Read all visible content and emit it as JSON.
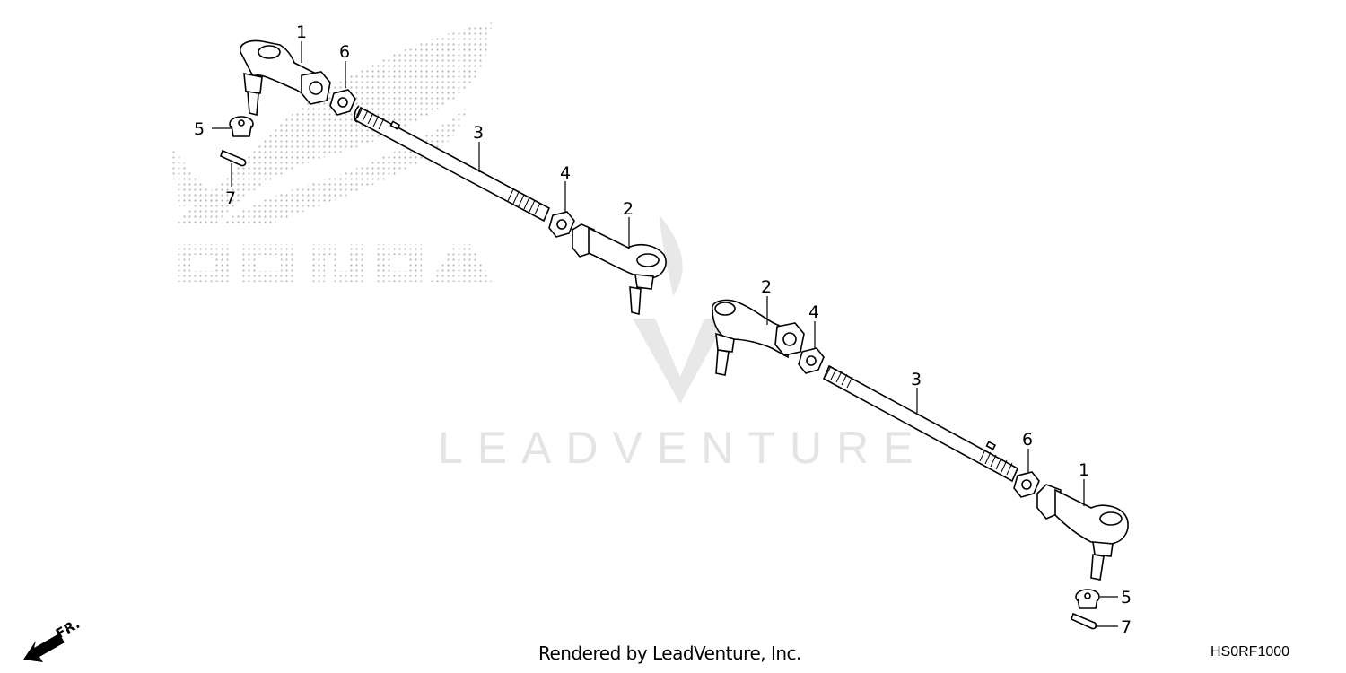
{
  "diagram": {
    "title_code": "HS0RF1000",
    "footer_credit": "Rendered by LeadVenture, Inc.",
    "watermark_text": "LEADVENTURE",
    "background_logo_text": "HONDA",
    "direction_indicator": {
      "label": "FR.",
      "icon": "front-arrow-icon"
    },
    "colors": {
      "line": "#000000",
      "watermark": "#e4e4e4",
      "dot_pattern": "#bbbbbb",
      "background": "#ffffff"
    },
    "callouts": [
      {
        "number": "1",
        "part": "tie-rod-end-outer-left"
      },
      {
        "number": "6",
        "part": "lock-nut-left"
      },
      {
        "number": "5",
        "part": "castle-nut-left"
      },
      {
        "number": "7",
        "part": "cotter-pin-left"
      },
      {
        "number": "3",
        "part": "tie-rod-left"
      },
      {
        "number": "4",
        "part": "lock-nut-inner-left"
      },
      {
        "number": "2",
        "part": "tie-rod-end-inner-left"
      },
      {
        "number": "2",
        "part": "tie-rod-end-inner-right"
      },
      {
        "number": "4",
        "part": "lock-nut-inner-right"
      },
      {
        "number": "3",
        "part": "tie-rod-right"
      },
      {
        "number": "6",
        "part": "lock-nut-right"
      },
      {
        "number": "1",
        "part": "tie-rod-end-outer-right"
      },
      {
        "number": "5",
        "part": "castle-nut-right"
      },
      {
        "number": "7",
        "part": "cotter-pin-right"
      }
    ]
  }
}
